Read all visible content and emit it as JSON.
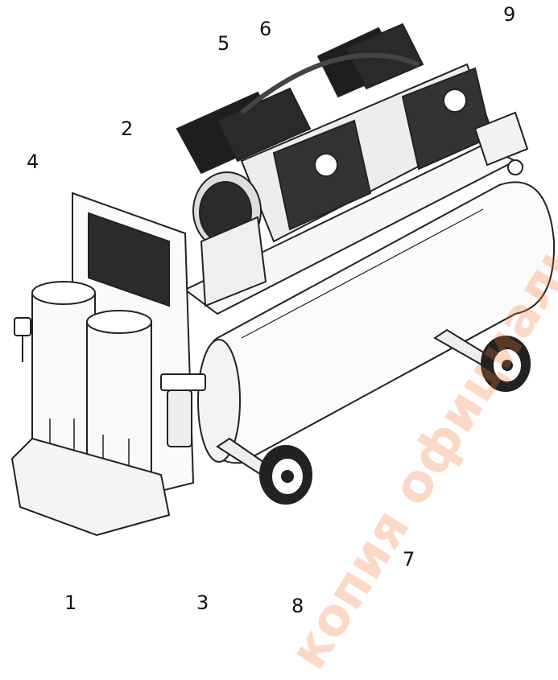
{
  "callouts": {
    "c1": "1",
    "c2": "2",
    "c3": "3",
    "c4": "4",
    "c5": "5",
    "c6": "6",
    "c7": "7",
    "c8": "8",
    "c9": "9"
  },
  "watermark": {
    "text": "копия официального сайта",
    "color": "#f07832"
  }
}
